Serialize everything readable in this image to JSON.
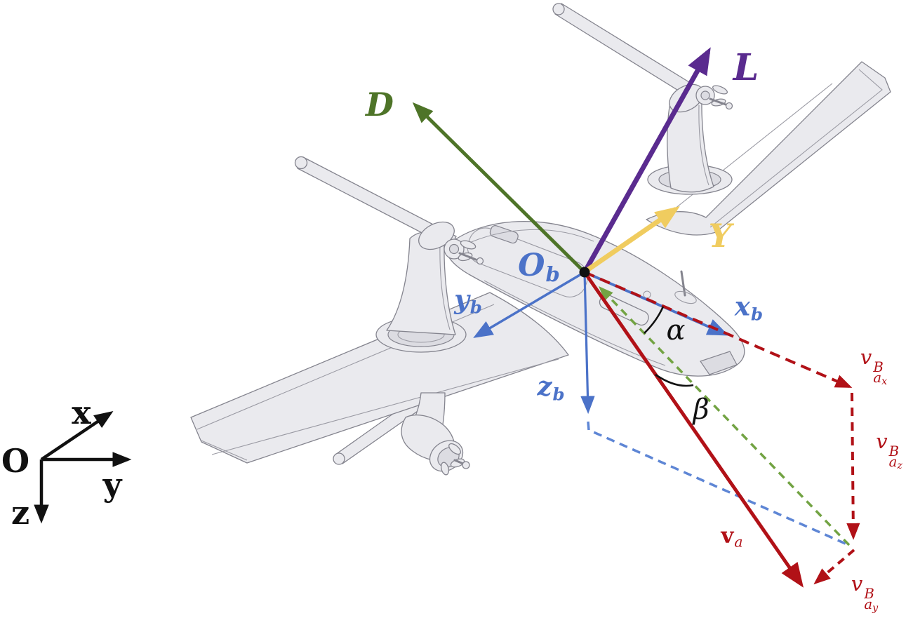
{
  "diagram": {
    "force_vectors": {
      "lift": "L",
      "drag": "D",
      "side": "Y"
    },
    "aero_angles": {
      "attack": "α",
      "sideslip": "β"
    },
    "body_frame": {
      "origin": {
        "base": "O",
        "sub": "b"
      },
      "x_axis": {
        "base": "x",
        "sub": "b"
      },
      "y_axis": {
        "base": "y",
        "sub": "b"
      },
      "z_axis": {
        "base": "z",
        "sub": "b"
      }
    },
    "inertial_frame": {
      "origin": "O",
      "x_axis": "x",
      "y_axis": "y",
      "z_axis": "z"
    },
    "airspeed_vector": {
      "base": "v",
      "sub": "a"
    },
    "airspeed_components": {
      "x": {
        "base": "v",
        "sup": "B",
        "sub": "a",
        "axis": "x"
      },
      "z": {
        "base": "v",
        "sup": "B",
        "sub": "a",
        "axis": "z"
      },
      "y": {
        "base": "v",
        "sup": "B",
        "sub": "a",
        "axis": "y"
      }
    },
    "colors": {
      "body_axes": "#4b72c8",
      "lift": "#5a2b8f",
      "drag": "#4e7428",
      "side_force": "#f0cc5f",
      "airspeed": "#b11117",
      "drag_projection": "#72a343",
      "z_projection": "#5e86d5",
      "annotation": "#111111"
    }
  }
}
